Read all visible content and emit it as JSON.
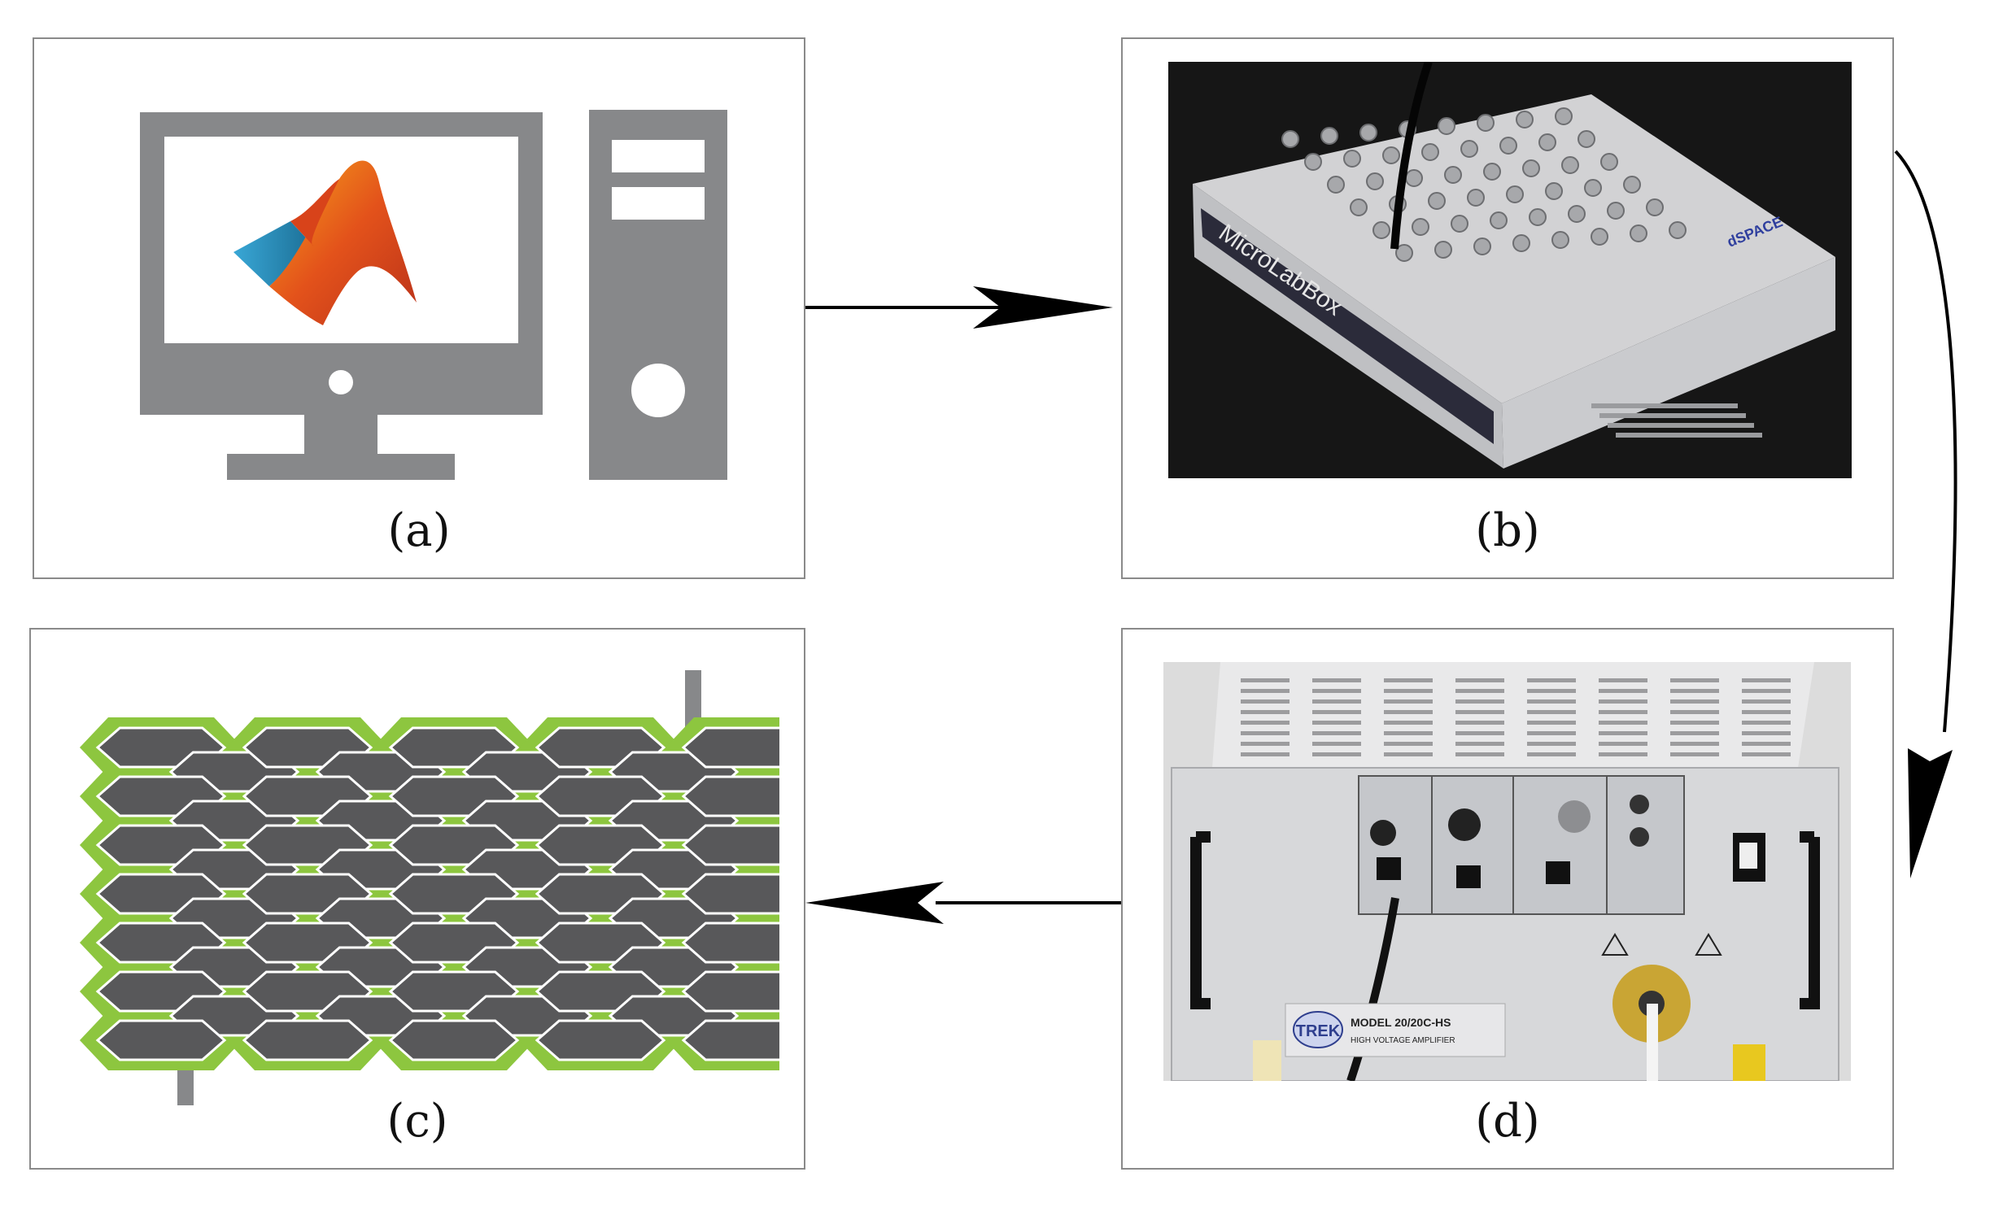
{
  "panels": {
    "a": {
      "caption": "(a)"
    },
    "b": {
      "caption": "(b)",
      "device_text": [
        "MicroLabBox",
        "dSPACE"
      ]
    },
    "c": {
      "caption": "(c)"
    },
    "d": {
      "caption": "(d)",
      "device_text": [
        "TREK",
        "MODEL 20/20C-HS",
        "HIGH VOLTAGE AMPLIFIER"
      ]
    }
  },
  "flow": [
    "a",
    "b",
    "d",
    "c"
  ],
  "colors": {
    "icon_gray": "#87888a",
    "hex_fill": "#58585a",
    "hex_outline": "#8dc63f",
    "panel_border": "#8a8a8a",
    "arrow": "#000000"
  },
  "icons": {
    "a": [
      "monitor-icon",
      "pc-tower-icon",
      "matlab-logo-icon"
    ],
    "c": [
      "hexagon-electrode-array"
    ]
  }
}
